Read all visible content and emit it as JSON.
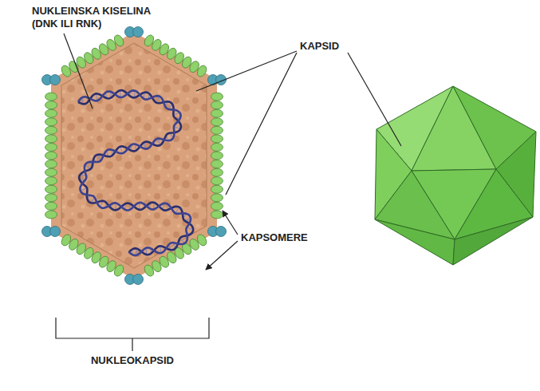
{
  "diagram": {
    "labels": [
      "NUKLEINSKA KISELINA (DNK ILI RNK)",
      "KAPSID",
      "KAPSOMERE",
      "NUKLEOKAPSID"
    ]
  }
}
